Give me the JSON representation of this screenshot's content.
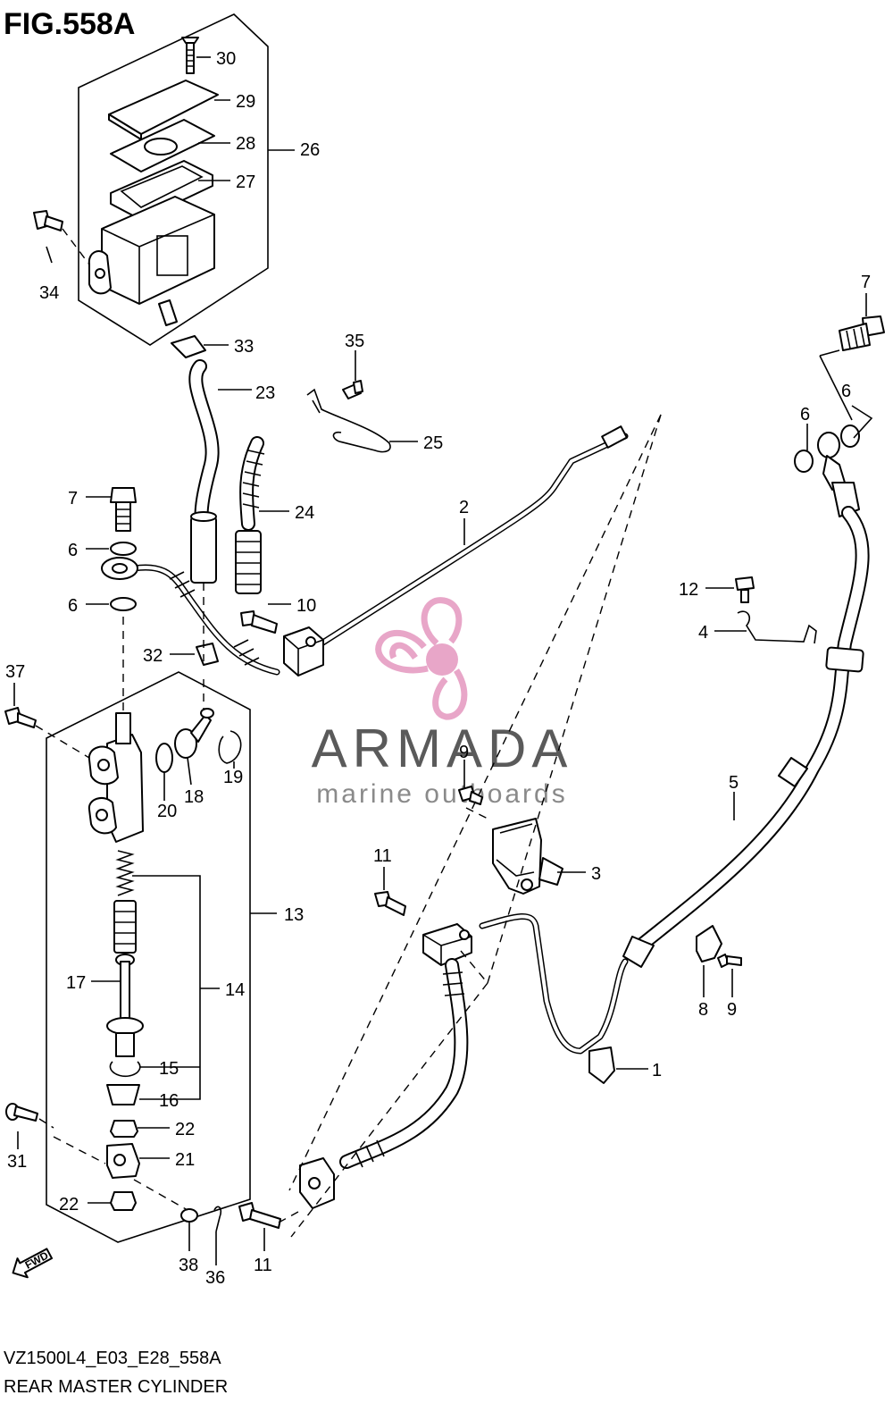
{
  "figure": {
    "title": "FIG.558A",
    "code": "VZ1500L4_E03_E28_558A",
    "name": "REAR MASTER CYLINDER"
  },
  "watermark": {
    "brand": "ARMADA",
    "tagline": "marine outboards",
    "logo_color": "#e8a6c8",
    "logo_icon": "propeller-icon"
  },
  "fwd_badge": "FWD",
  "callouts": [
    {
      "id": "c1",
      "text": "1"
    },
    {
      "id": "c2",
      "text": "2"
    },
    {
      "id": "c3",
      "text": "3"
    },
    {
      "id": "c4",
      "text": "4"
    },
    {
      "id": "c5",
      "text": "5"
    },
    {
      "id": "c6a",
      "text": "6"
    },
    {
      "id": "c6b",
      "text": "6"
    },
    {
      "id": "c6c",
      "text": "6"
    },
    {
      "id": "c6d",
      "text": "6"
    },
    {
      "id": "c7a",
      "text": "7"
    },
    {
      "id": "c7b",
      "text": "7"
    },
    {
      "id": "c8",
      "text": "8"
    },
    {
      "id": "c9a",
      "text": "9"
    },
    {
      "id": "c9b",
      "text": "9"
    },
    {
      "id": "c10",
      "text": "10"
    },
    {
      "id": "c11a",
      "text": "11"
    },
    {
      "id": "c11b",
      "text": "11"
    },
    {
      "id": "c12",
      "text": "12"
    },
    {
      "id": "c13",
      "text": "13"
    },
    {
      "id": "c14",
      "text": "14"
    },
    {
      "id": "c15",
      "text": "15"
    },
    {
      "id": "c16",
      "text": "16"
    },
    {
      "id": "c17",
      "text": "17"
    },
    {
      "id": "c18",
      "text": "18"
    },
    {
      "id": "c19",
      "text": "19"
    },
    {
      "id": "c20",
      "text": "20"
    },
    {
      "id": "c21",
      "text": "21"
    },
    {
      "id": "c22a",
      "text": "22"
    },
    {
      "id": "c22b",
      "text": "22"
    },
    {
      "id": "c23",
      "text": "23"
    },
    {
      "id": "c24",
      "text": "24"
    },
    {
      "id": "c25",
      "text": "25"
    },
    {
      "id": "c26",
      "text": "26"
    },
    {
      "id": "c27",
      "text": "27"
    },
    {
      "id": "c28",
      "text": "28"
    },
    {
      "id": "c29",
      "text": "29"
    },
    {
      "id": "c30",
      "text": "30"
    },
    {
      "id": "c31",
      "text": "31"
    },
    {
      "id": "c32",
      "text": "32"
    },
    {
      "id": "c33",
      "text": "33"
    },
    {
      "id": "c34",
      "text": "34"
    },
    {
      "id": "c35",
      "text": "35"
    },
    {
      "id": "c36",
      "text": "36"
    },
    {
      "id": "c37",
      "text": "37"
    },
    {
      "id": "c38",
      "text": "38"
    }
  ]
}
